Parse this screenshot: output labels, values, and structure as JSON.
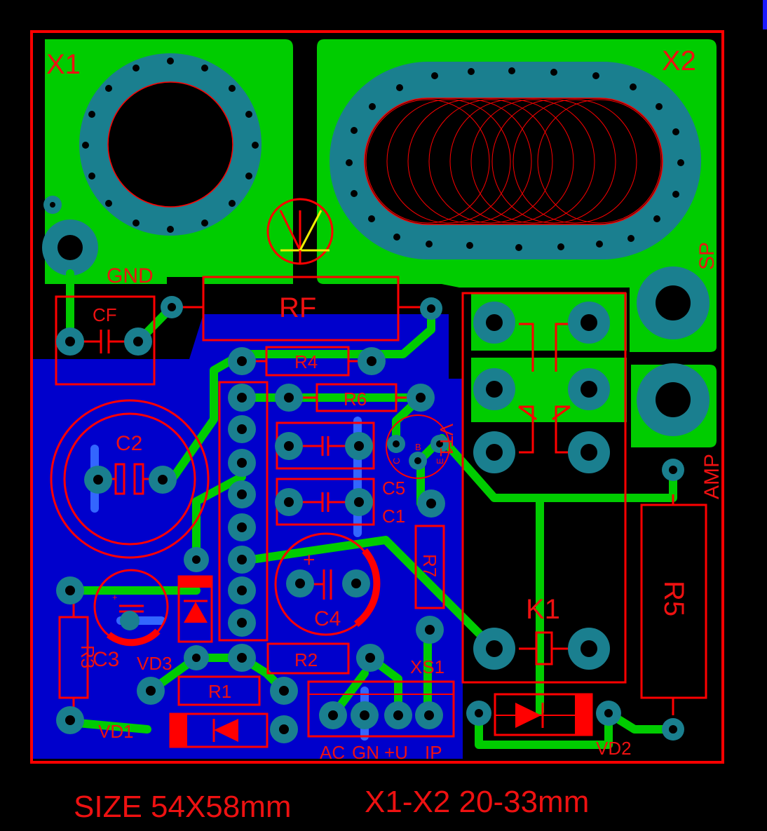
{
  "colors": {
    "background": "#000000",
    "copper_top": "#00cc00",
    "copper_bottom": "#0000cc",
    "pad": "#1a7f8f",
    "silk": "#ee1111",
    "outline": "#ff0000",
    "marker": "#eeee00"
  },
  "board": {
    "connectors": {
      "x1": "X1",
      "x2": "X2",
      "gnd": "GND",
      "sp": "SP",
      "amp": "AMP",
      "xs1": "XS1"
    },
    "components": {
      "rf": "RF",
      "cf": "CF",
      "c1": "C1",
      "c2": "C2",
      "c3": "C3",
      "c4": "C4",
      "c5": "C5",
      "r1": "R1",
      "r2": "R2",
      "r3": "R3",
      "r4": "R4",
      "r5": "R5",
      "r6": "R6",
      "r7": "R7",
      "vd1": "VD1",
      "vd2": "VD2",
      "vd3": "VD3",
      "vt1": "VT1",
      "k1": "K1"
    },
    "transistor_pins": {
      "c": "C",
      "b": "B",
      "e": "E"
    },
    "polarity": {
      "c4": "+",
      "c3": "+"
    },
    "xs1_pins": [
      "AC",
      "GN",
      "+U",
      "IP"
    ]
  },
  "footer": {
    "size": "SIZE  54X58mm",
    "range": "X1-X2 20-33mm"
  }
}
